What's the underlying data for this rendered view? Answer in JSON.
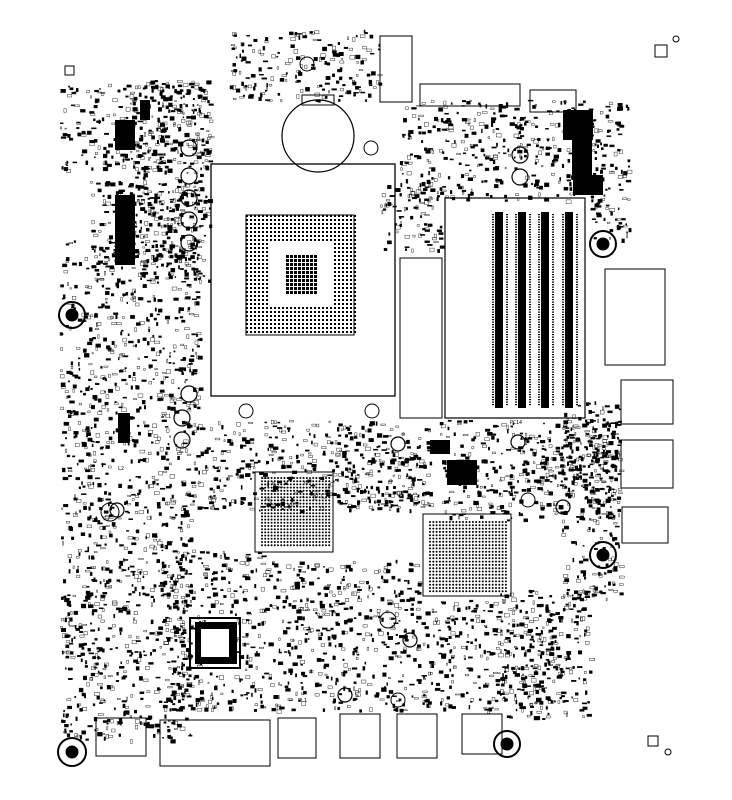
{
  "title": "",
  "board": {
    "background": "#ffffff",
    "ink": "#000000",
    "labels": {
      "cpu_socket": "",
      "ram_slots": "",
      "labels_visible_are_tiny_silkscreen": true
    },
    "designators": [
      "PL2",
      "PL1",
      "PC1",
      "PC14",
      "L2",
      "L3",
      "L5"
    ]
  }
}
